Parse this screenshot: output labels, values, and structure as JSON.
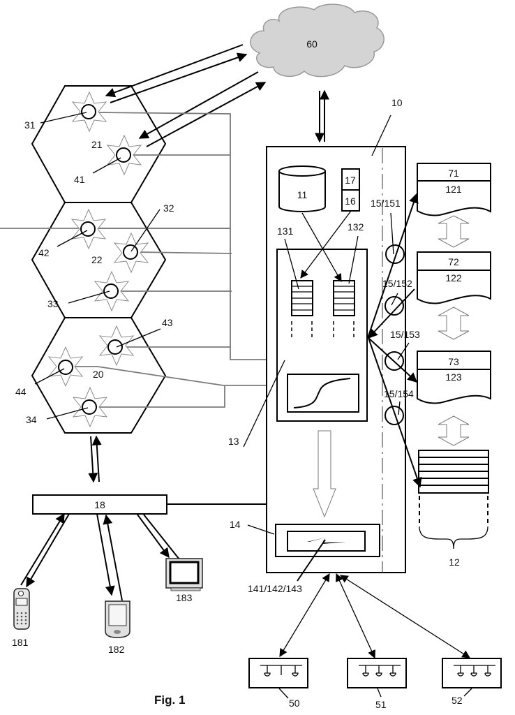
{
  "figure": {
    "caption": "Fig. 1",
    "labels": {
      "cloud": "60",
      "system": "10",
      "database": "11",
      "storage_group": "12",
      "processor": "13",
      "output_unit": "14",
      "output_sub": "141/142/143",
      "block_17": "17",
      "block_16": "16",
      "queue_131": "131",
      "queue_132": "132",
      "gateway": "18",
      "mobile_phone": "181",
      "pda": "182",
      "monitor": "183",
      "cell_20": "20",
      "cell_21": "21",
      "cell_22": "22",
      "sensor_31": "31",
      "sensor_32": "32",
      "sensor_33": "33",
      "sensor_34": "34",
      "sensor_41": "41",
      "sensor_42": "42",
      "sensor_43": "43",
      "sensor_44": "44",
      "interface_151": "15/151",
      "interface_152": "15/152",
      "interface_153": "15/153",
      "interface_154": "15/154",
      "doc_71": "71",
      "doc_121": "121",
      "doc_72": "72",
      "doc_122": "122",
      "doc_73": "73",
      "doc_123": "123",
      "terminal_50": "50",
      "terminal_51": "51",
      "terminal_52": "52"
    }
  }
}
